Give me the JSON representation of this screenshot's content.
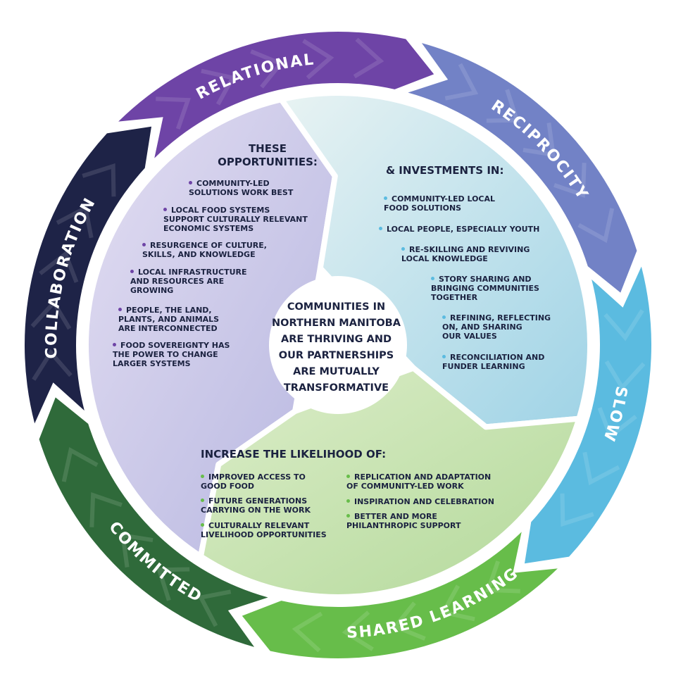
{
  "ring": [
    {
      "label": "RELATIONAL",
      "color": "#6e44a6"
    },
    {
      "label": "RECIPROCITY",
      "color": "#7282c6"
    },
    {
      "label": "SLOW",
      "color": "#5bbbe0"
    },
    {
      "label": "SHARED LEARNING",
      "color": "#67bd4a"
    },
    {
      "label": "COMMITTED",
      "color": "#2f6a3a"
    },
    {
      "label": "COLLABORATION",
      "color": "#1e2347"
    }
  ],
  "center": {
    "text": "COMMUNITIES IN NORTHERN MANITOBA ARE THRIVING AND OUR PARTNERSHIPS ARE MUTUALLY TRANSFORMATIVE"
  },
  "left": {
    "title": "THESE OPPORTUNITIES:",
    "bullet_color": "#6e44a6",
    "fill": "#c7c4e8",
    "items": [
      "COMMUNITY-LED\nSOLUTIONS WORK BEST",
      "LOCAL FOOD SYSTEMS\nSUPPORT CULTURALLY RELEVANT\nECONOMIC SYSTEMS",
      "RESURGENCE OF CULTURE,\nSKILLS, AND KNOWLEDGE",
      "LOCAL INFRASTRUCTURE\nAND RESOURCES ARE\nGROWING",
      "PEOPLE, THE LAND,\nPLANTS, AND ANIMALS\nARE INTERCONNECTED",
      "FOOD SOVEREIGNTY HAS\nTHE POWER TO CHANGE\nLARGER SYSTEMS"
    ]
  },
  "right": {
    "title": "& INVESTMENTS IN:",
    "bullet_color": "#5bbbe0",
    "fill": "#c4e4ee",
    "items": [
      "COMMUNITY-LED LOCAL\nFOOD SOLUTIONS",
      "LOCAL PEOPLE, ESPECIALLY YOUTH",
      "RE-SKILLING AND REVIVING\nLOCAL KNOWLEDGE",
      "STORY SHARING AND\nBRINGING COMMUNITIES\nTOGETHER",
      "REFINING, REFLECTING\nON, AND SHARING\nOUR VALUES",
      "RECONCILIATION AND\nFUNDER LEARNING"
    ]
  },
  "bottom": {
    "title": "INCREASE THE LIKELIHOOD OF:",
    "bullet_color": "#67bd4a",
    "fill": "#c8e2b4",
    "items_left": [
      "IMPROVED ACCESS TO\nGOOD FOOD",
      "FUTURE GENERATIONS\nCARRYING ON THE WORK",
      "CULTURALLY RELEVANT\nLIVELIHOOD OPPORTUNITIES"
    ],
    "items_right": [
      "REPLICATION AND ADAPTATION\nOF COMMUNITY-LED WORK",
      "INSPIRATION AND CELEBRATION",
      "BETTER  AND MORE\nPHILANTHROPIC SUPPORT"
    ]
  }
}
